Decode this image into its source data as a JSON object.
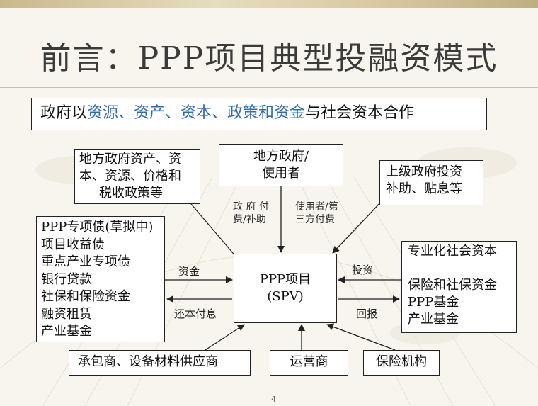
{
  "title": "前言：PPP项目典型投融资模式",
  "banner": {
    "prefix": "政府以",
    "highlight": "资源、资产、资本、政策和资金",
    "suffix": "与社会资本合作"
  },
  "nodes": {
    "gov_assets": [
      "地方政府资产、资",
      "本、资源、价格和",
      "税收政策等"
    ],
    "local_gov": [
      "地方政府/",
      "使用者"
    ],
    "upper_gov": [
      "上级政府投资",
      "补助、贴息等"
    ],
    "financing": [
      "PPP专项债(草拟中)",
      "项目收益债",
      "重点产业专项债",
      "银行贷款",
      "社保和保险资金",
      "融资租赁",
      "产业基金"
    ],
    "center": [
      "PPP项目",
      "(SPV)"
    ],
    "social_capital": [
      "专业化社会资本",
      "",
      "保险和社保资金",
      "PPP基金",
      "产业基金"
    ],
    "contractor": "承包商、设备材料供应商",
    "operator": "运营商",
    "insurance": "保险机构"
  },
  "edge_labels": {
    "gov_pay": [
      "政 府 付",
      "费/补助"
    ],
    "user_pay": [
      "使用者/第",
      "三方付费"
    ],
    "funds": "资金",
    "repay": "还本付息",
    "invest": "投资",
    "return": "回报"
  },
  "page_number": "4",
  "colors": {
    "highlight": "#2f6bb0",
    "border": "#222222"
  }
}
